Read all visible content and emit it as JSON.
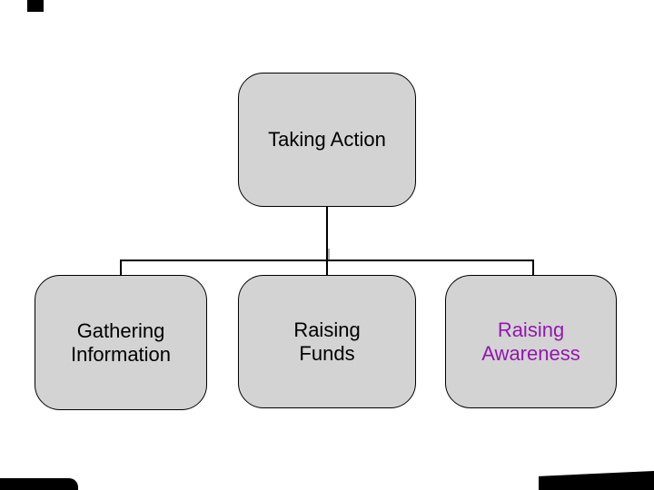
{
  "diagram": {
    "root": {
      "label": "Taking Action",
      "text_color": "#000000"
    },
    "children": [
      {
        "label": "Gathering\nInformation",
        "text_color": "#000000"
      },
      {
        "label": "Raising\nFunds",
        "text_color": "#000000"
      },
      {
        "label": "Raising\nAwareness",
        "text_color": "#9417B0"
      }
    ],
    "styles": {
      "background": "#FFFFFF",
      "box_fill": "#D3D3D3",
      "box_border": "#000000",
      "connector_color": "#000000",
      "artifact_color": "#000000"
    }
  }
}
